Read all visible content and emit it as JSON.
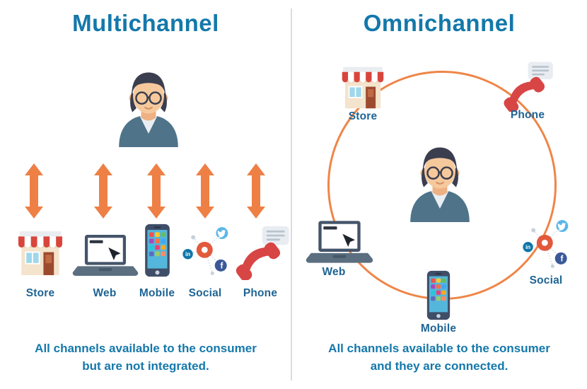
{
  "colors": {
    "title_blue": "#1478ab",
    "label_blue": "#1f6494",
    "caption_blue": "#1478ab",
    "arrow_orange": "#ee8046",
    "circle_orange": "#ef8548",
    "divider_gray": "#dcdcdc",
    "phone_red": "#d84545",
    "social_hub_orange": "#e2593c"
  },
  "left_panel": {
    "title": "Multichannel",
    "channels": [
      {
        "name": "store",
        "label": "Store",
        "icon": "storefront-icon"
      },
      {
        "name": "web",
        "label": "Web",
        "icon": "laptop-icon"
      },
      {
        "name": "mobile",
        "label": "Mobile",
        "icon": "smartphone-icon"
      },
      {
        "name": "social",
        "label": "Social",
        "icon": "social-network-icon"
      },
      {
        "name": "phone",
        "label": "Phone",
        "icon": "telephone-handset-icon"
      }
    ],
    "caption_line1": "All channels available to the consumer",
    "caption_line2": "but are not integrated."
  },
  "right_panel": {
    "title": "Omnichannel",
    "channels": [
      {
        "name": "store",
        "label": "Store",
        "icon": "storefront-icon"
      },
      {
        "name": "phone",
        "label": "Phone",
        "icon": "telephone-handset-icon"
      },
      {
        "name": "web",
        "label": "Web",
        "icon": "laptop-icon"
      },
      {
        "name": "social",
        "label": "Social",
        "icon": "social-network-icon"
      },
      {
        "name": "mobile",
        "label": "Mobile",
        "icon": "smartphone-icon"
      }
    ],
    "caption_line1": "All channels available to the consumer",
    "caption_line2": "and they are connected."
  },
  "icons": {
    "consumer": "woman-avatar-icon",
    "connector_left": "two-way-arrow-icon",
    "connector_right": "connection-circle",
    "linkedin_label": "in",
    "facebook_label": "f"
  }
}
